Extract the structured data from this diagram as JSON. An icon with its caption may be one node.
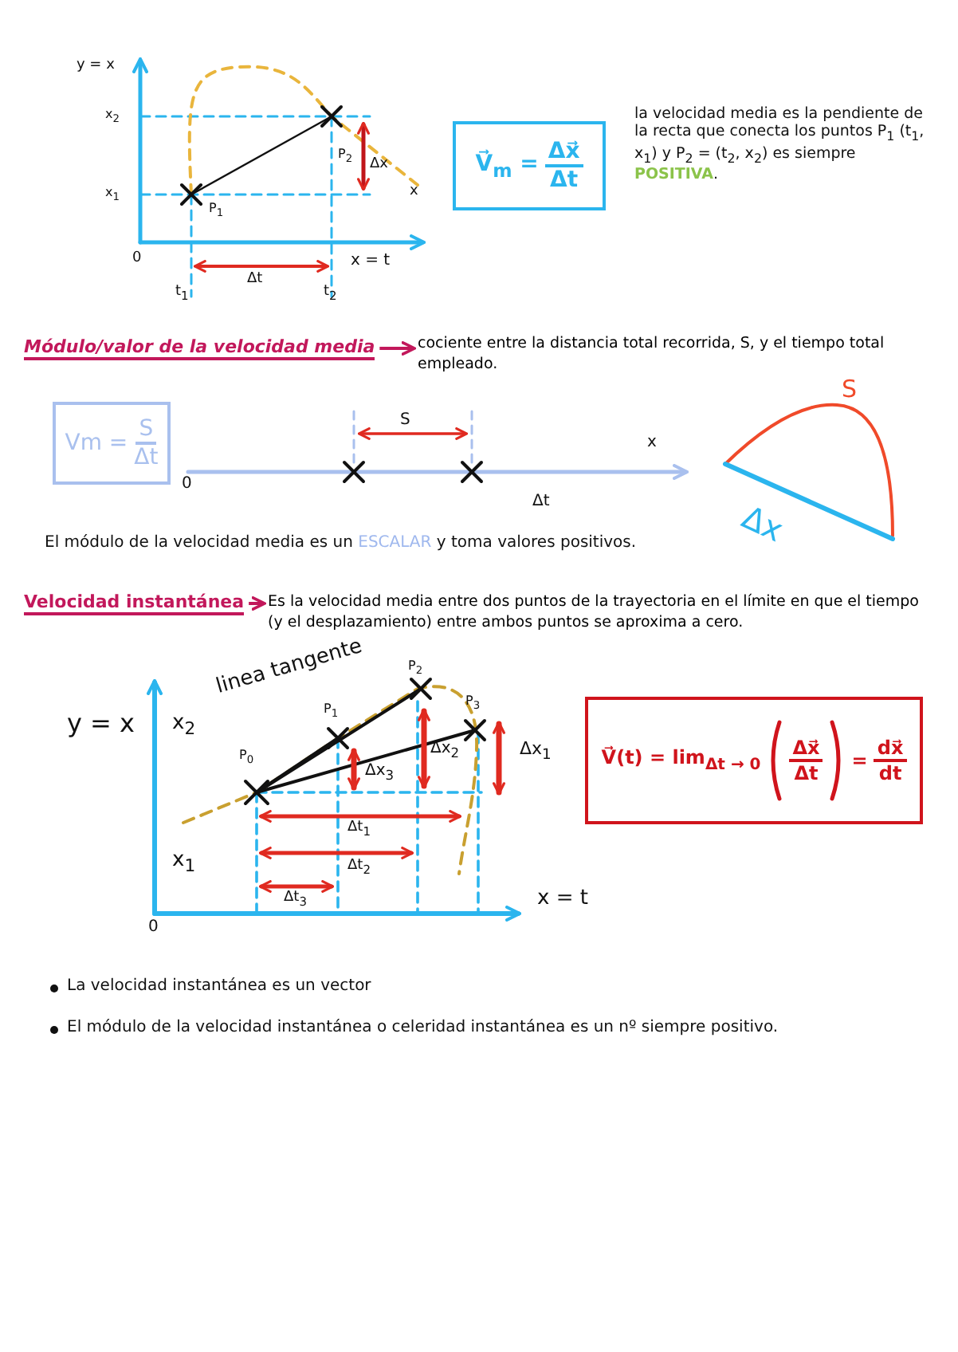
{
  "diagram": {
    "nodes": [
      {
        "text": [
          "V⃗$_{m}$ =",
          "Δx⃗",
          "Δt"
        ]
      },
      {
        "text": [
          "Módulo/valor de la velocidad media"
        ]
      },
      {
        "text": [
          "cociente entre la distancia total recorrida, S, y el tiempo total empleado."
        ]
      },
      {
        "text": [
          "Vm =",
          "S",
          "Δt"
        ]
      },
      {
        "text": [
          "Velocidad instantánea"
        ]
      },
      {
        "text": [
          "Es la velocidad media entre dos puntos de la trayectoria en el límite en que el tiempo (y el desplazamiento) entre ambos puntos se aproxima a cero."
        ]
      },
      {
        "text": [
          "V⃗(t) = lim$_{Δt → 0}$",
          "Δx⃗",
          "Δt",
          "=",
          "dx⃗",
          "dt"
        ]
      }
    ],
    "edges": [
      {
        "from": 1,
        "to": 2,
        "arrow": "to"
      },
      {
        "from": 4,
        "to": 5,
        "arrow": "to"
      }
    ],
    "labels": [
      "y = x",
      "x$_{2}$",
      "x$_{1}$",
      "P$_{1}$",
      "P$_{2}$",
      "Δx",
      "x",
      "0",
      "Δt",
      "x = t",
      "t$_{1}$",
      "t$_{2}$",
      "la velocidad media es la pendiente de la recta que conecta los puntos P$_{1}$ (t$_{1}$, x$_{1}$) y P$_{2}$ = (t$_{2}$, x$_{2}$) es siempre **POSITIVA**.",
      "S",
      "x",
      "0",
      "Δt",
      "S",
      "Δx",
      "El módulo de la velocidad media es un **ESCALAR** y toma valores positivos.",
      "y = x",
      "x$_{2}$",
      "linea tangente",
      "P$_{1}$",
      "P$_{2}$",
      "P$_{3}$",
      "P$_{0}$",
      "Δx$_{3}$",
      "Δx$_{2}$",
      "Δx$_{1}$",
      "Δt$_{1}$",
      "x$_{1}$",
      "Δt$_{2}$",
      "Δt$_{3}$",
      "0",
      "x = t",
      "La velocidad instantánea es un vector",
      "El módulo de la velocidad instantánea o celeridad instantánea es un nº siempre positivo."
    ]
  }
}
